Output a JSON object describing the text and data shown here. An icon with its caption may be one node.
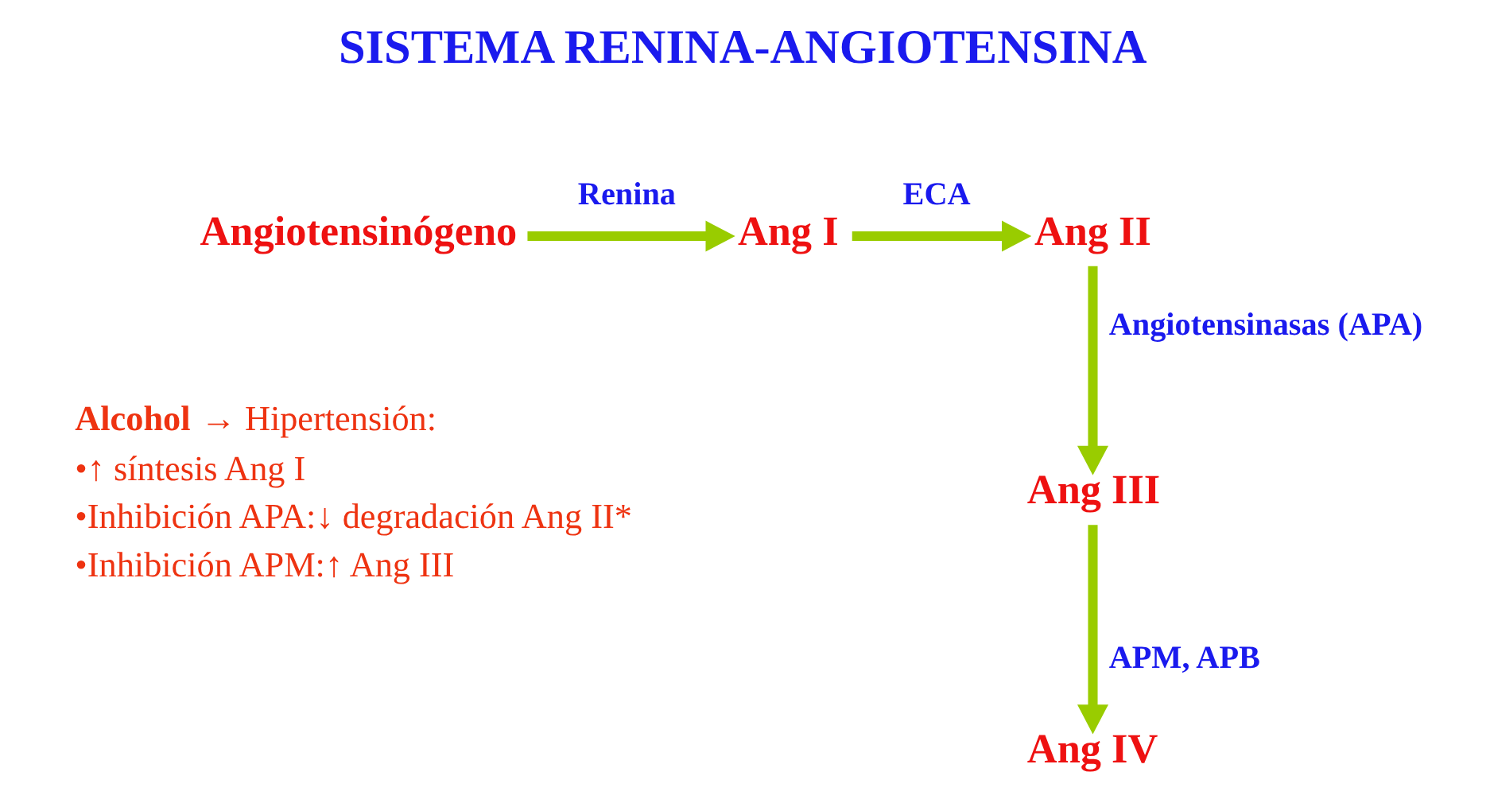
{
  "diagram": {
    "title": "SISTEMA RENINA-ANGIOTENSINA",
    "nodes": [
      {
        "text": [
          "Angiotensinógeno"
        ]
      },
      {
        "text": [
          "Ang I"
        ]
      },
      {
        "text": [
          "Ang II"
        ]
      },
      {
        "text": [
          "Ang III"
        ]
      },
      {
        "text": [
          "Ang IV"
        ]
      }
    ],
    "edges": [
      {
        "from": 0,
        "to": 1,
        "arrow": "to",
        "label": "Renina"
      },
      {
        "from": 1,
        "to": 2,
        "arrow": "to",
        "label": "ECA"
      },
      {
        "from": 2,
        "to": 3,
        "arrow": "to",
        "label": "Angiotensinasas (APA)"
      },
      {
        "from": 3,
        "to": 4,
        "arrow": "to",
        "label": "APM, APB"
      }
    ],
    "labels": [
      "**Alcohol** → Hipertensión:",
      "•↑ síntesis Ang I",
      "•Inhibición APA:↓ degradación Ang II*",
      "•Inhibición APM:↑ Ang III"
    ]
  }
}
